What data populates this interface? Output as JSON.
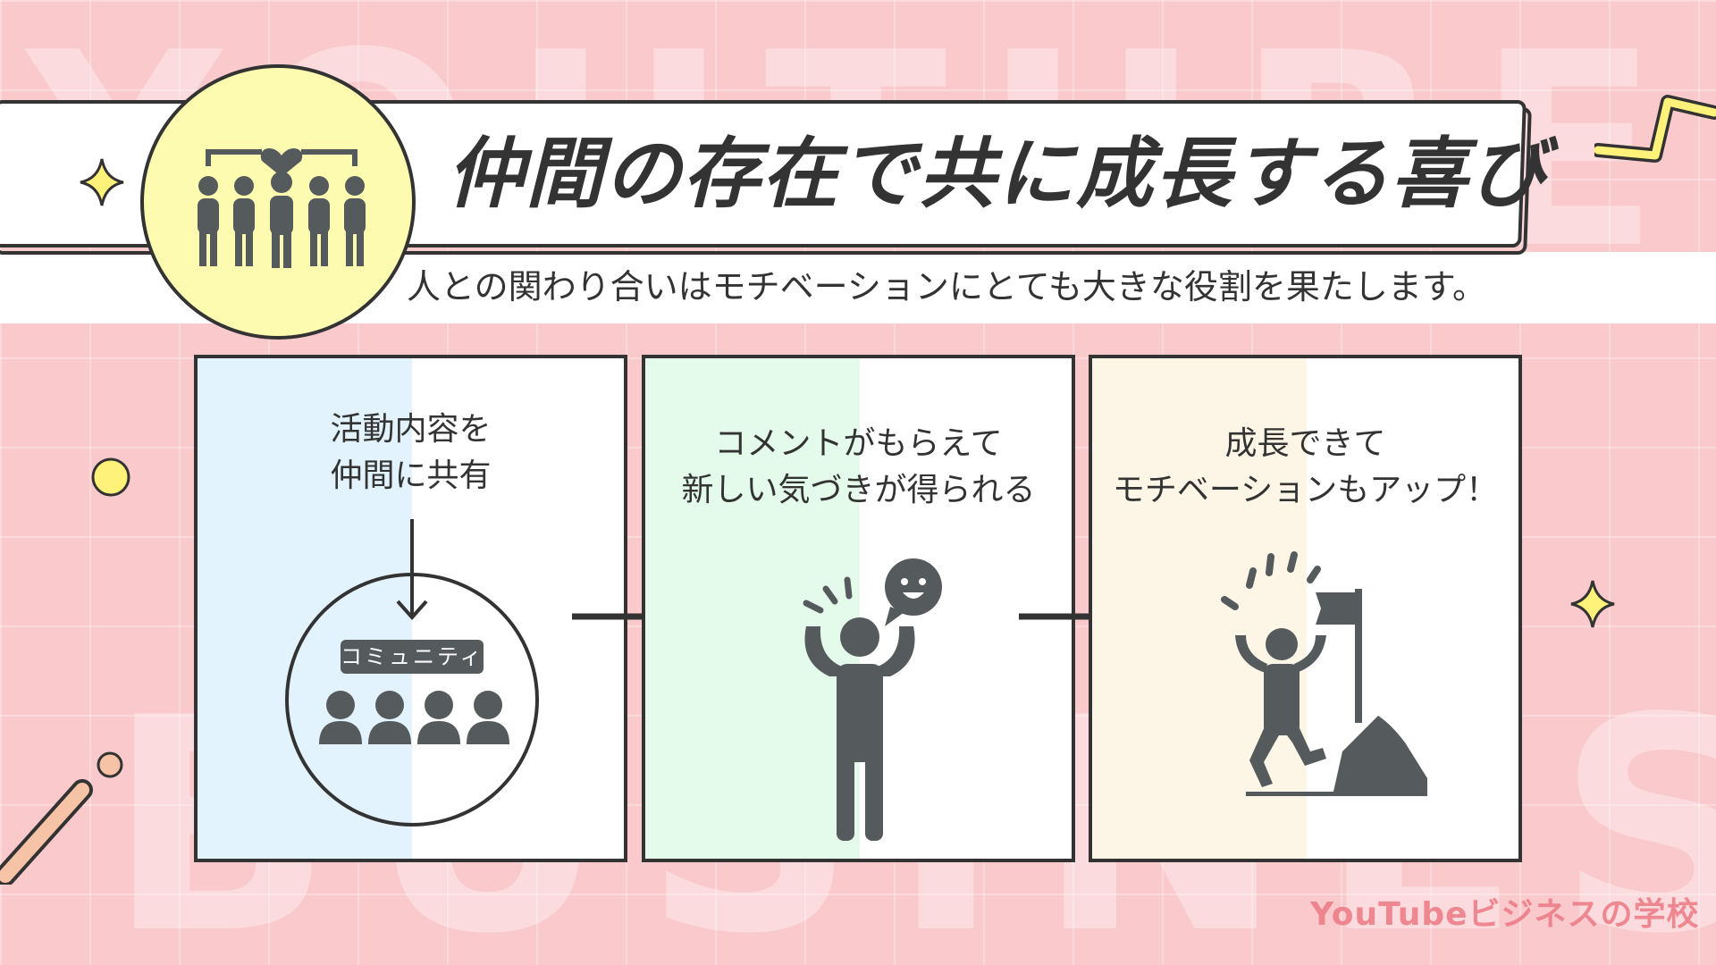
{
  "header": {
    "title": "仲間の存在で共に成長する喜び",
    "subtitle": "人との関わり合いはモチベーションにとても大きな役割を果たします。"
  },
  "background": {
    "word_top": "YOUTUBE",
    "word_bottom": "BUSINESS"
  },
  "panels": [
    {
      "lines": [
        "活動内容を",
        "仲間に共有"
      ],
      "badge": "コミュニティ",
      "tint": "#e3f3fd",
      "icon": "community-circle-icon"
    },
    {
      "lines": [
        "コメントがもらえて",
        "新しい気づきが得られる"
      ],
      "tint": "#e4fbec",
      "icon": "person-speech-icon"
    },
    {
      "lines": [
        "成長できて",
        "モチベーションもアップ！"
      ],
      "tint": "#fdf6e7",
      "icon": "person-flag-mountain-icon"
    }
  ],
  "logo": {
    "text": "YouTubeビジネスの学校",
    "icon": "graduation-play-icon"
  },
  "colors": {
    "background": "#f9c9cc",
    "badge_yellow": "#fdfbb0",
    "ink": "#333333",
    "icon_gray": "#555a5c",
    "accent_yellow": "#fff27a",
    "accent_peach": "#f7c3a6"
  }
}
